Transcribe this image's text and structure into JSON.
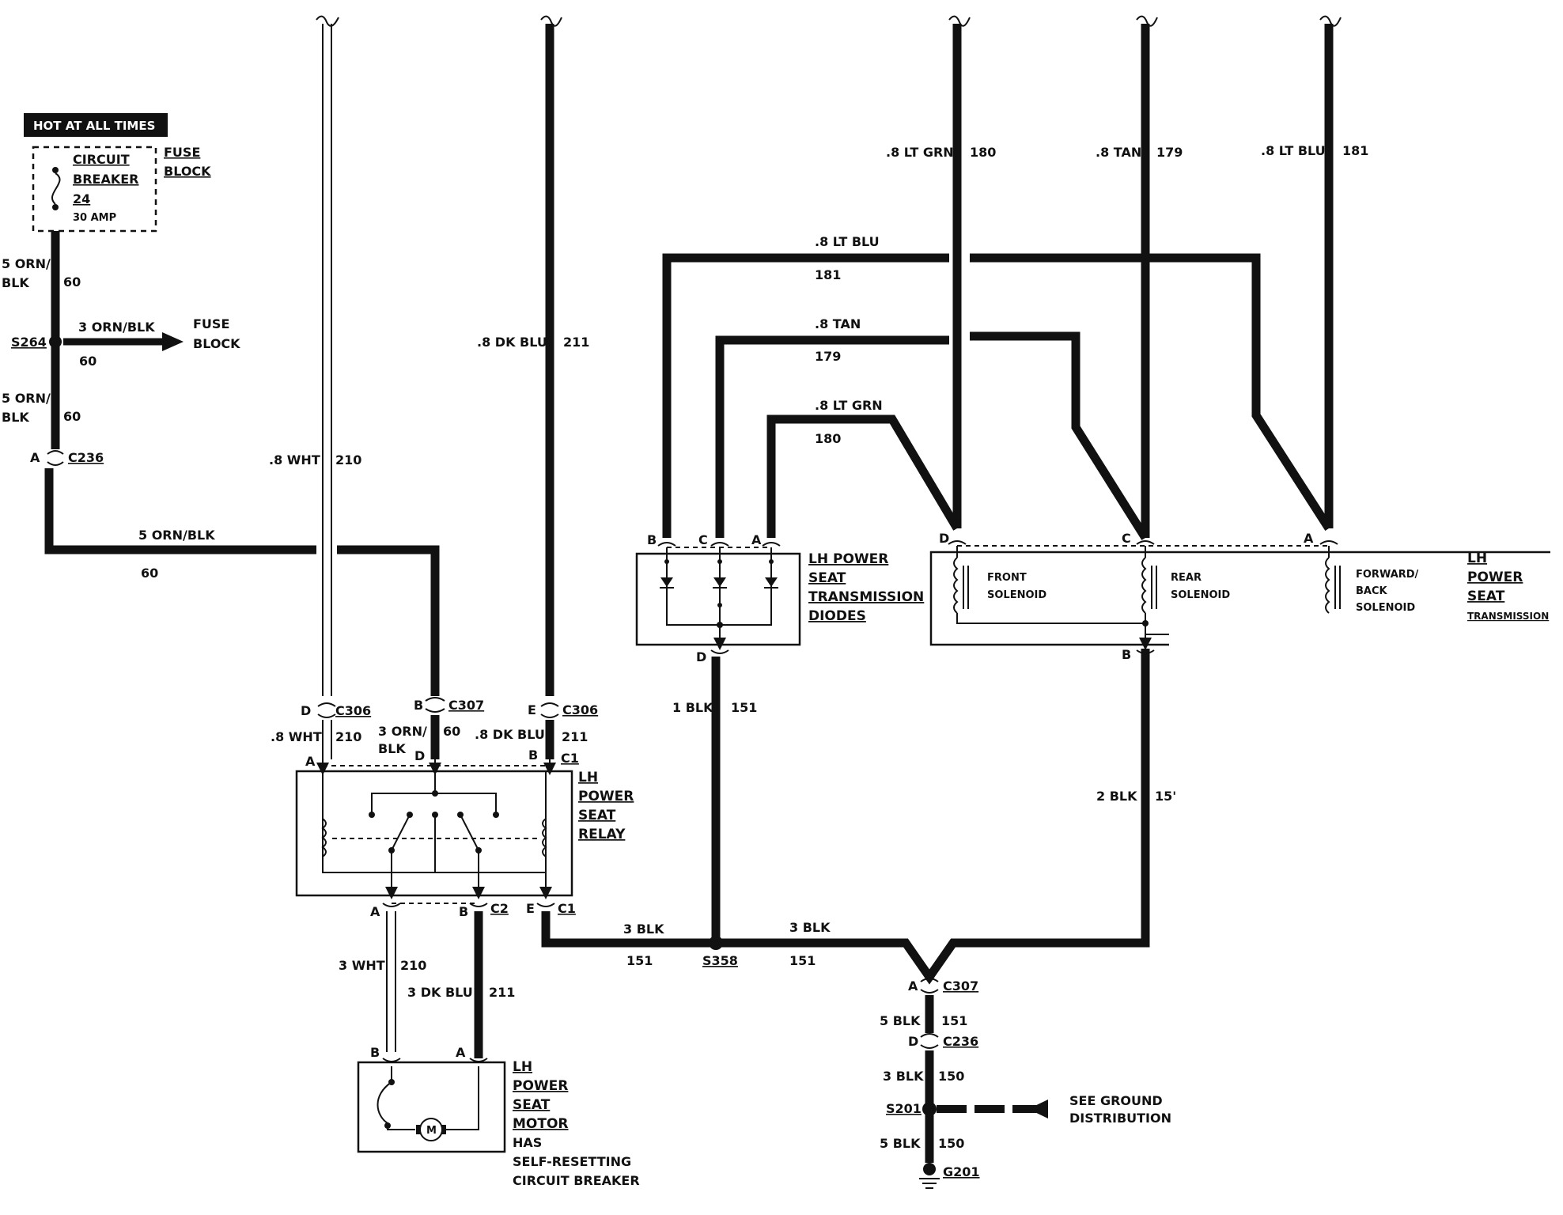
{
  "hot_label": "HOT AT ALL TIMES",
  "fuse_block": {
    "cb_line1": "CIRCUIT",
    "cb_line2": "BREAKER",
    "cb_num": "24",
    "cb_amp": "30 AMP",
    "fb_line1": "FUSE",
    "fb_line2": "BLOCK"
  },
  "wires": {
    "orn_blk_5_a": "5 ORN/",
    "orn_blk_5_b": "BLK",
    "c60": "60",
    "s264": "S264",
    "orn_blk_3": "3 ORN/BLK",
    "fuse_ref1": "FUSE",
    "fuse_ref2": "BLOCK",
    "c236": "C236",
    "pin_a": "A",
    "orn_blk_h": "5 ORN/BLK",
    "wht8": ".8 WHT",
    "c210": "210",
    "dkblu8": ".8 DK BLU",
    "c211": "211",
    "ltgrn8": ".8 LT GRN",
    "c180": "180",
    "tan8": ".8 TAN",
    "c179": "179",
    "ltblu8": ".8 LT BLU",
    "c181": "181",
    "c306": "C306",
    "c307": "C307",
    "pin_b": "B",
    "pin_c": "C",
    "pin_d": "D",
    "pin_e": "E",
    "c1": "C1",
    "c2": "C2",
    "orn3_a": "3 ORN/",
    "orn3_b": "BLK",
    "blk1": "1 BLK",
    "c151": "151",
    "blk2": "2 BLK",
    "c15": "15'",
    "blk3": "3 BLK",
    "s358": "S358",
    "wht3": "3 WHT",
    "dkblu3": "3 DK BLU",
    "blk5": "5 BLK",
    "c150": "150",
    "s201": "S201",
    "g201": "G201",
    "see_ground1": "SEE GROUND",
    "see_ground2": "DISTRIBUTION"
  },
  "components": {
    "relay": [
      "LH",
      "POWER",
      "SEAT",
      "RELAY"
    ],
    "diodes": [
      "LH POWER",
      "SEAT",
      "TRANSMISSION",
      "DIODES"
    ],
    "transmission": [
      "LH",
      "POWER",
      "SEAT",
      "TRANSMISSION"
    ],
    "motor": [
      "LH",
      "POWER",
      "SEAT",
      "MOTOR",
      "HAS",
      "SELF-RESETTING",
      "CIRCUIT BREAKER"
    ],
    "front_solenoid": [
      "FRONT",
      "SOLENOID"
    ],
    "rear_solenoid": [
      "REAR",
      "SOLENOID"
    ],
    "fb_solenoid": [
      "FORWARD/",
      "BACK",
      "SOLENOID"
    ],
    "motor_symbol": "M"
  }
}
